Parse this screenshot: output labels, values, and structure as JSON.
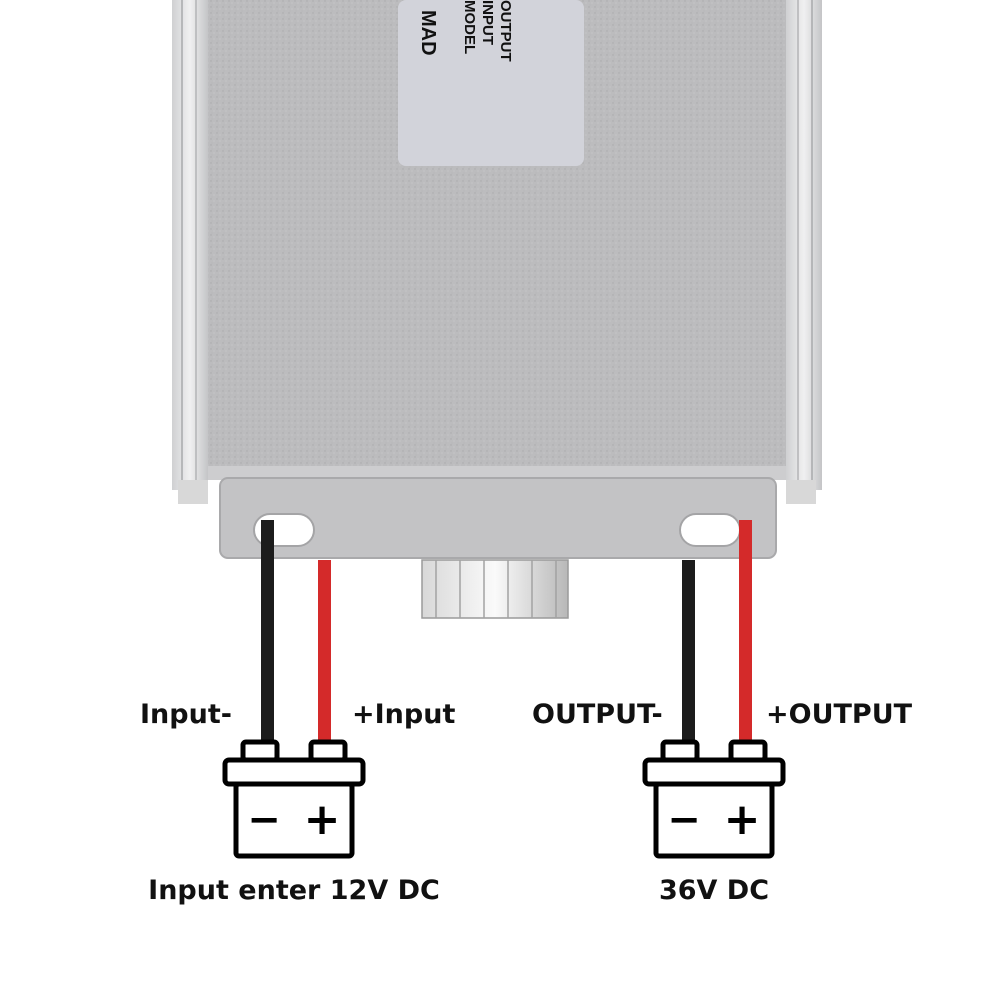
{
  "device": {
    "label_lines": [
      "MAD",
      "MODEL",
      "INPUT",
      "OUTPUT"
    ]
  },
  "input": {
    "neg_label": "Input-",
    "pos_label": "+Input",
    "caption": "Input enter 12V DC"
  },
  "output": {
    "neg_label": "OUTPUT-",
    "pos_label": "+OUTPUT",
    "caption": "36V DC"
  },
  "battery": {
    "minus_symbol": "−",
    "plus_symbol": "+"
  },
  "colors": {
    "case": "#bdbdbf",
    "wire_negative": "#1c1c1c",
    "wire_positive": "#d42a2a",
    "outline": "#000000"
  }
}
